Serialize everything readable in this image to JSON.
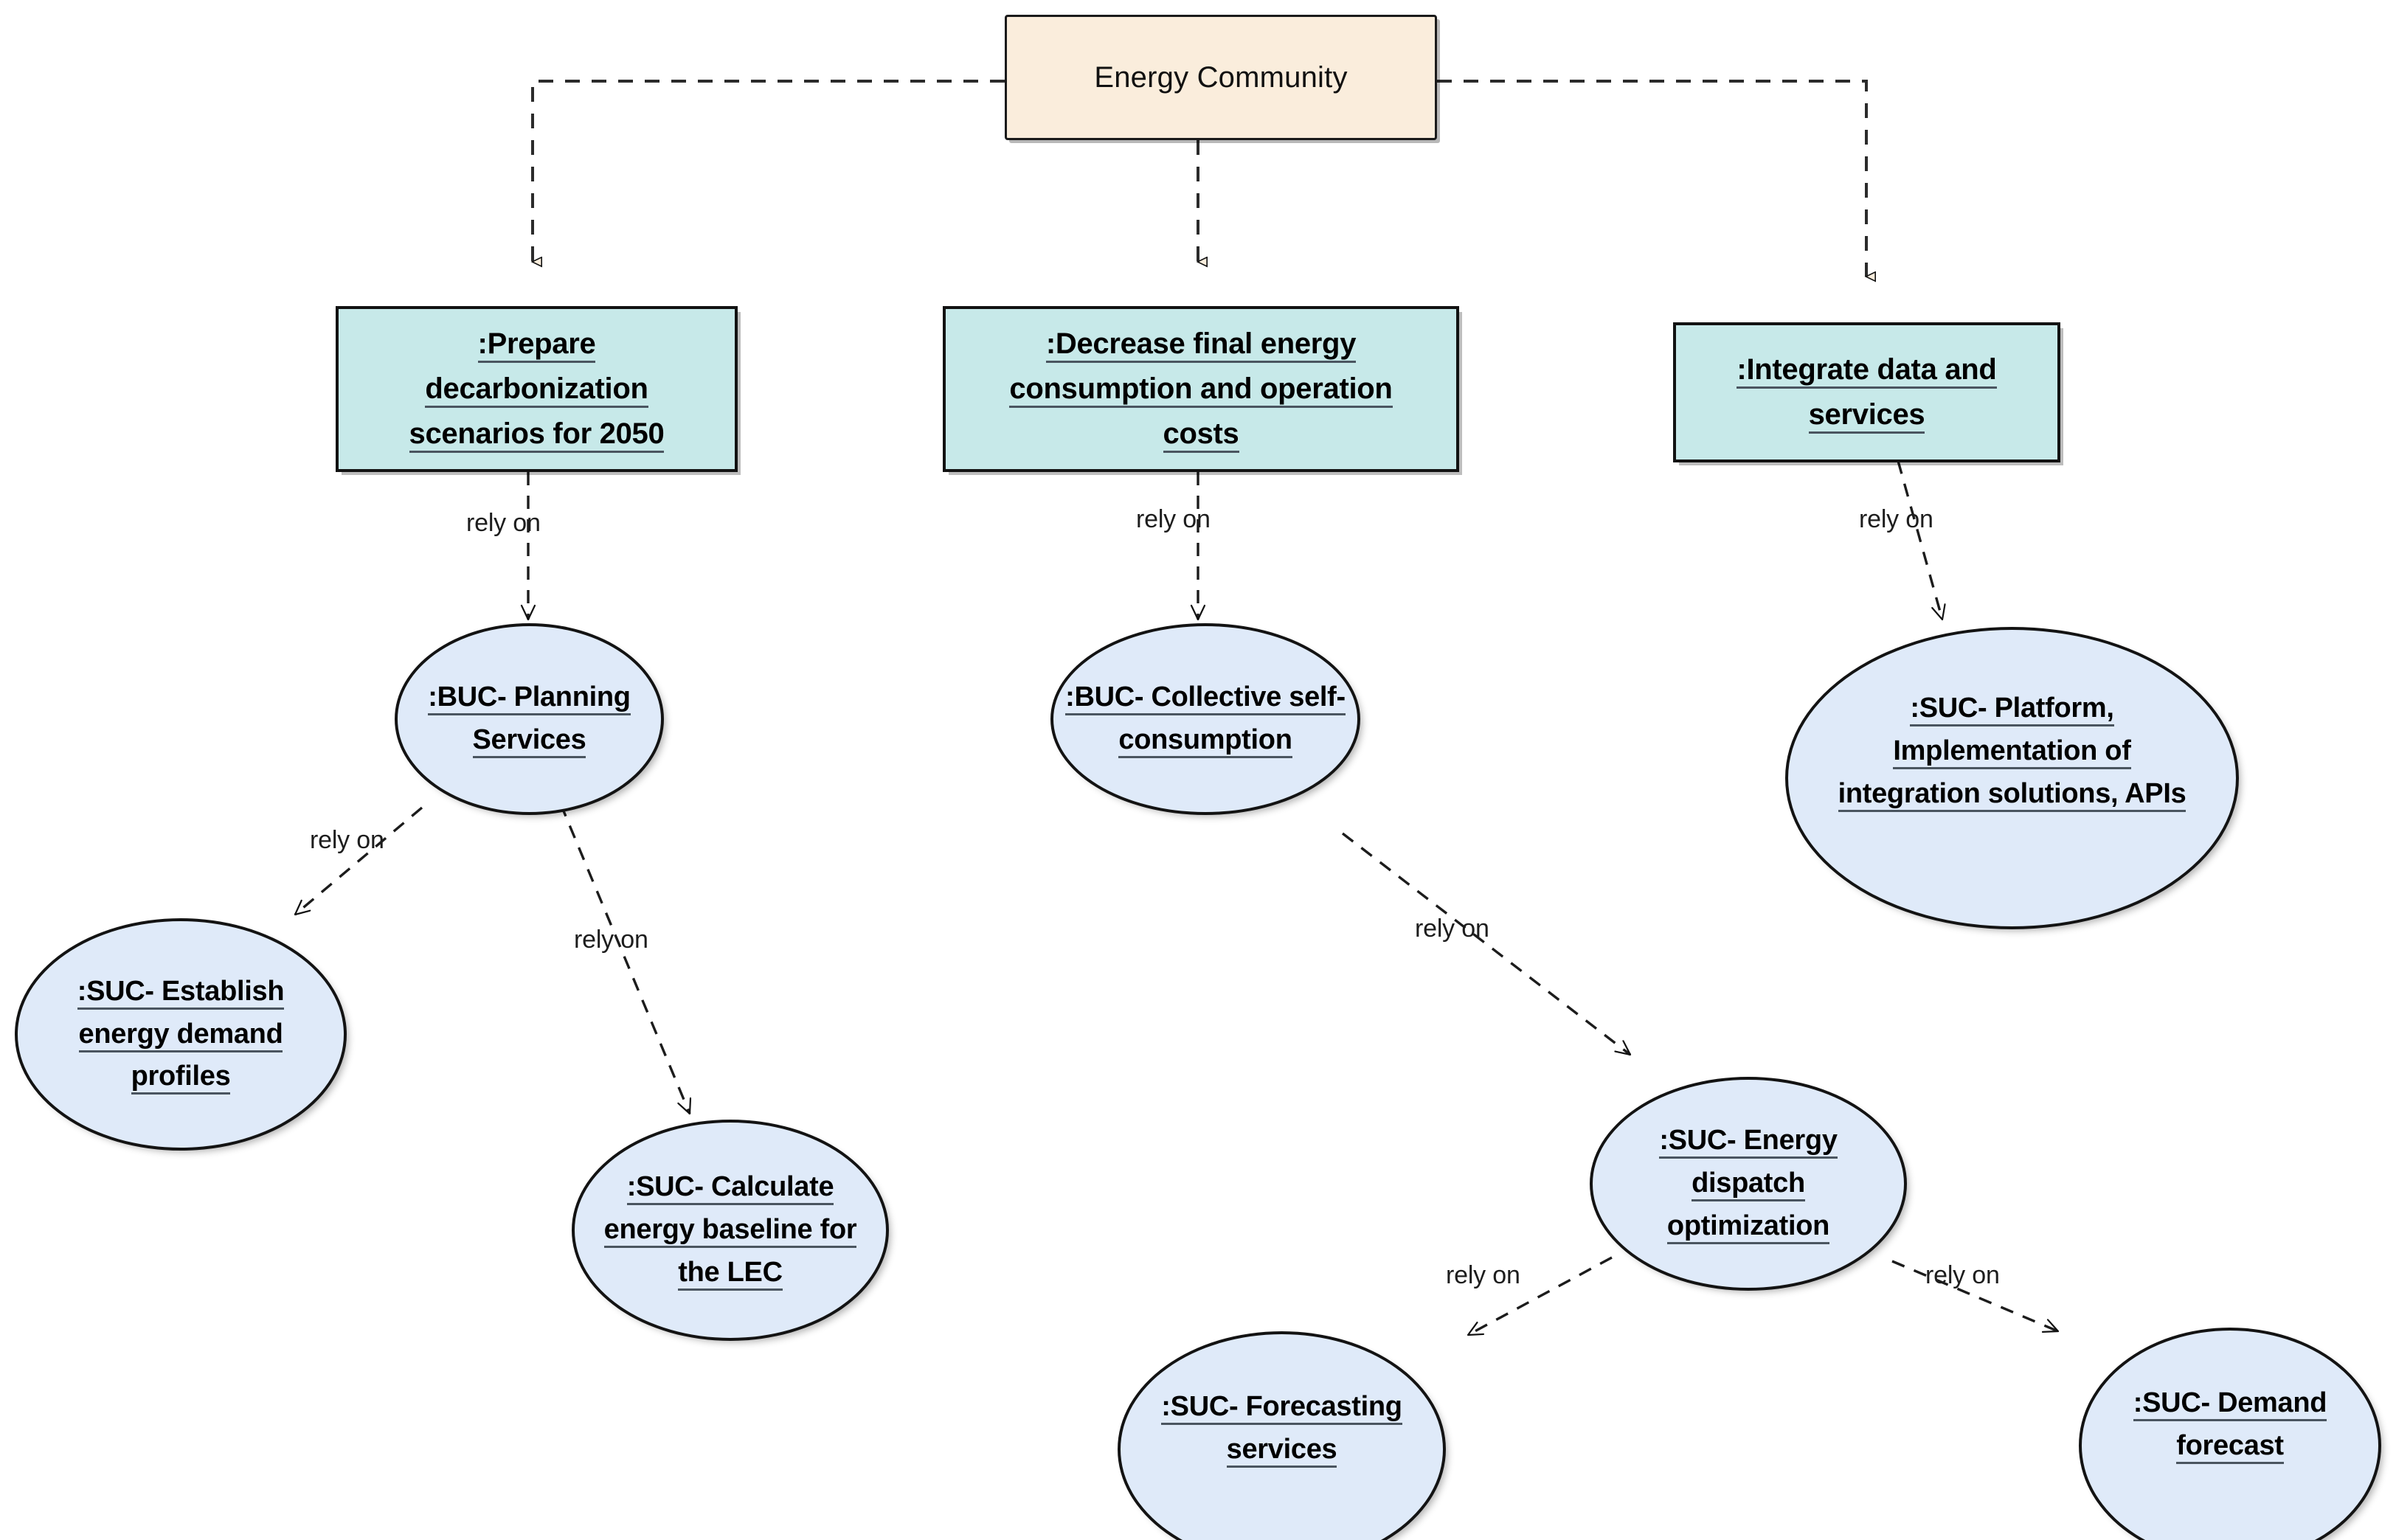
{
  "diagram": {
    "title_node": "Energy Community",
    "relation_label": "rely on",
    "colors": {
      "root_fill": "#faeddc",
      "goal_fill": "#c7e9e9",
      "usecase_fill": "#dfeaf9",
      "stroke": "#121212",
      "underline": "#4a5560",
      "background": "#ffffff"
    }
  },
  "nodes": {
    "root": {
      "label": "Energy Community"
    },
    "goals": [
      {
        "label": ":Prepare\ndecarbonization\nscenarios for 2050"
      },
      {
        "label": ":Decrease final energy\nconsumption and operation\ncosts"
      },
      {
        "label": ":Integrate data and\nservices"
      }
    ],
    "usecases": [
      {
        "label": ":BUC- Planning\nServices"
      },
      {
        "label": ":BUC- Collective self-\nconsumption"
      },
      {
        "label": ":SUC- Platform,\nImplementation of\nintegration solutions, APIs"
      },
      {
        "label": ":SUC- Establish\nenergy demand\nprofiles"
      },
      {
        "label": ":SUC- Calculate\nenergy baseline for\nthe LEC"
      },
      {
        "label": ":SUC- Energy\ndispatch\noptimization"
      },
      {
        "label": ":SUC- Forecasting\nservices"
      },
      {
        "label": ":SUC- Demand\nforecast"
      }
    ]
  },
  "edges": [
    {
      "from": "root",
      "to": "goal-prepare-decarbonization",
      "label": "",
      "arrow": "hollow-triangle"
    },
    {
      "from": "root",
      "to": "goal-decrease-consumption",
      "label": "",
      "arrow": "hollow-triangle"
    },
    {
      "from": "root",
      "to": "goal-integrate-data",
      "label": "",
      "arrow": "hollow-triangle"
    },
    {
      "from": "goal-prepare-decarbonization",
      "to": "buc-planning-services",
      "label": "rely on",
      "arrow": "open"
    },
    {
      "from": "goal-decrease-consumption",
      "to": "buc-collective-self-consumption",
      "label": "rely on",
      "arrow": "open"
    },
    {
      "from": "goal-integrate-data",
      "to": "suc-platform-apis",
      "label": "rely on",
      "arrow": "open"
    },
    {
      "from": "buc-planning-services",
      "to": "suc-establish-energy-demand-profiles",
      "label": "rely on",
      "arrow": "open"
    },
    {
      "from": "buc-planning-services",
      "to": "suc-calculate-energy-baseline",
      "label": "rely on",
      "arrow": "open"
    },
    {
      "from": "buc-collective-self-consumption",
      "to": "suc-energy-dispatch-optimization",
      "label": "rely on",
      "arrow": "open"
    },
    {
      "from": "suc-energy-dispatch-optimization",
      "to": "suc-forecasting-services",
      "label": "rely on",
      "arrow": "open"
    },
    {
      "from": "suc-energy-dispatch-optimization",
      "to": "suc-demand-forecast",
      "label": "rely on",
      "arrow": "open"
    }
  ],
  "edge_labels": [
    {
      "text": "rely on"
    },
    {
      "text": "rely on"
    },
    {
      "text": "rely on"
    },
    {
      "text": "rely on"
    },
    {
      "text": "rely on"
    },
    {
      "text": "rely on"
    },
    {
      "text": "rely on"
    },
    {
      "text": "rely on"
    }
  ]
}
